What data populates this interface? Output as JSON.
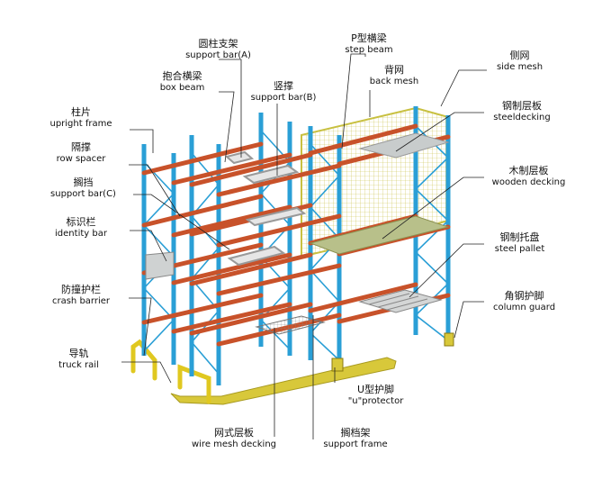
{
  "labels": {
    "upright_frame": {
      "zh": "柱片",
      "en": "upright frame"
    },
    "row_spacer": {
      "zh": "隔撑",
      "en": "row spacer"
    },
    "support_bar_c": {
      "zh": "搁挡",
      "en": "support bar(C)"
    },
    "identity_bar": {
      "zh": "标识栏",
      "en": "identity bar"
    },
    "crash_barrier": {
      "zh": "防撞护栏",
      "en": "crash barrier"
    },
    "truck_rail": {
      "zh": "导轨",
      "en": "truck rail"
    },
    "support_bar_a": {
      "zh": "圆柱支架",
      "en": "support bar(A)"
    },
    "box_beam": {
      "zh": "抱合横梁",
      "en": "box beam"
    },
    "support_bar_b": {
      "zh": "竖撑",
      "en": "support bar(B)"
    },
    "step_beam": {
      "zh": "P型横梁",
      "en": "step beam"
    },
    "back_mesh": {
      "zh": "背网",
      "en": "back mesh"
    },
    "side_mesh": {
      "zh": "侧网",
      "en": "side mesh"
    },
    "steel_decking": {
      "zh": "钢制层板",
      "en": "steeldecking"
    },
    "wooden_decking": {
      "zh": "木制层板",
      "en": "wooden decking"
    },
    "steel_pallet": {
      "zh": "钢制托盘",
      "en": "steel pallet"
    },
    "column_guard": {
      "zh": "角钢护脚",
      "en": "column guard"
    },
    "u_protector": {
      "zh": "U型护脚",
      "en": "\"u\"protector"
    },
    "support_frame": {
      "zh": "搁档架",
      "en": "support frame"
    },
    "wire_mesh_decking": {
      "zh": "网式层板",
      "en": "wire mesh decking"
    }
  },
  "colors": {
    "upright": "#2a9fd6",
    "beam": "#c8522a",
    "mesh": "#d8d23a",
    "deck": "#b8c08a",
    "rail": "#d8c83a",
    "steel": "#c8cccc",
    "leader": "#222222"
  }
}
